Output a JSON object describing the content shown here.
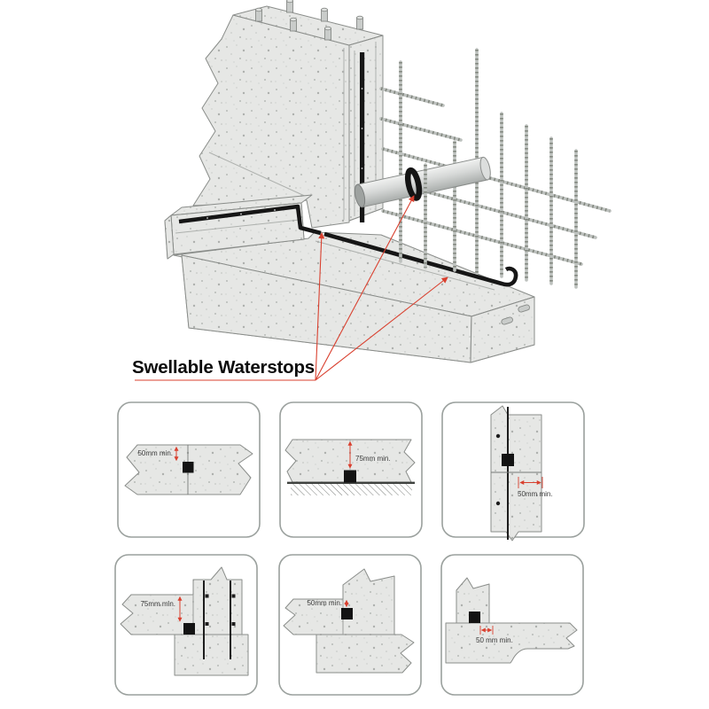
{
  "illustration": {
    "caption": "Swellable Waterstops",
    "caption_color": "#0b0b0b",
    "leader_color": "#d9402f",
    "waterstop_color": "#161616",
    "concrete_base_color": "#e6e7e5",
    "panel_border_color": "#9aa09d",
    "scene": "isometric concrete wall, kicker and strip footing with swellable waterstop strips, pipe penetration collar and reinforcement bars"
  },
  "detail_panels": [
    {
      "name": "slab-construction-joint",
      "dimension_label": "50mm min."
    },
    {
      "name": "slab-on-ground-construction-joint",
      "dimension_label": "75mm min."
    },
    {
      "name": "wall-horizontal-joint",
      "dimension_label": "50mm min."
    },
    {
      "name": "suspended-slab-to-wall-joint",
      "dimension_label": "75mm min."
    },
    {
      "name": "slab-to-wall-corner-joint",
      "dimension_label": "50mm min."
    },
    {
      "name": "wall-kicker-joint",
      "dimension_label": "50 mm min."
    }
  ]
}
